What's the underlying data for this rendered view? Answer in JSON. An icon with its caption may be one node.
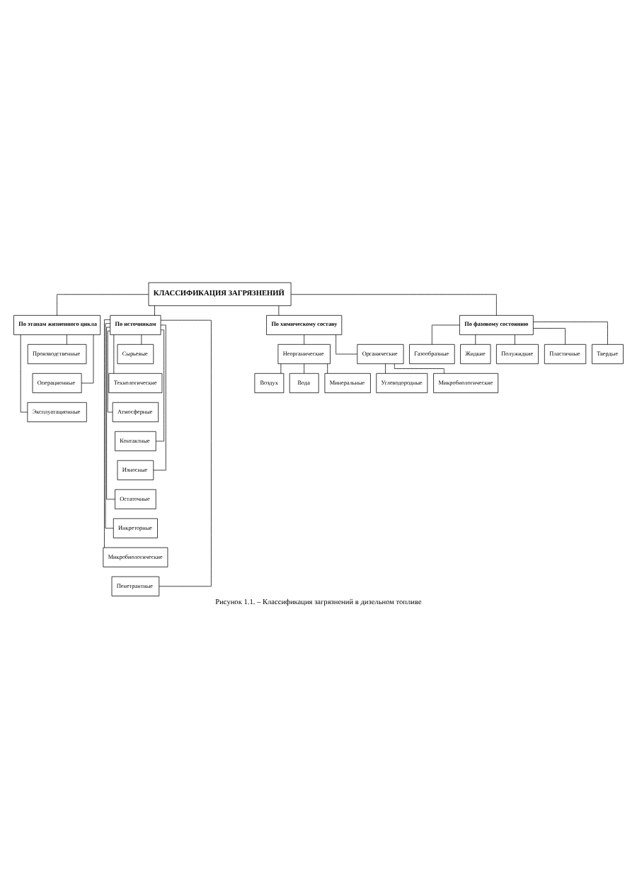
{
  "diagram": {
    "caption": "Рисунок 1.1. – Классификация загрязнений в дизельном топливе",
    "nodes": [
      {
        "text": [
          "КЛАССИФИКАЦИЯ ЗАГРЯЗНЕНИЙ"
        ]
      },
      {
        "text": [
          "По этапам жизненного цикла"
        ]
      },
      {
        "text": [
          "Производственные"
        ]
      },
      {
        "text": [
          "Операционные"
        ]
      },
      {
        "text": [
          "Эксплуатационные"
        ]
      },
      {
        "text": [
          "По источникам"
        ]
      },
      {
        "text": [
          "Сырьевые"
        ]
      },
      {
        "text": [
          "Технологические"
        ]
      },
      {
        "text": [
          "Атмосферные"
        ]
      },
      {
        "text": [
          "Контактные"
        ]
      },
      {
        "text": [
          "Износные"
        ]
      },
      {
        "text": [
          "Остаточные"
        ]
      },
      {
        "text": [
          "Инкреторные"
        ]
      },
      {
        "text": [
          "Микробиологические"
        ]
      },
      {
        "text": [
          "Пенетрантные"
        ]
      },
      {
        "text": [
          "По химическому составу"
        ]
      },
      {
        "text": [
          "Неорганические"
        ]
      },
      {
        "text": [
          "Органические"
        ]
      },
      {
        "text": [
          "Воздух"
        ]
      },
      {
        "text": [
          "Вода"
        ]
      },
      {
        "text": [
          "Минеральные"
        ]
      },
      {
        "text": [
          "Углеводородные"
        ]
      },
      {
        "text": [
          "Микробиологические"
        ]
      },
      {
        "text": [
          "По фазовому состоянию"
        ]
      },
      {
        "text": [
          "Газообразные"
        ]
      },
      {
        "text": [
          "Жидкие"
        ]
      },
      {
        "text": [
          "Полужидкие"
        ]
      },
      {
        "text": [
          "Пластичные"
        ]
      },
      {
        "text": [
          "Твердые"
        ]
      }
    ],
    "edges": [
      {
        "from": 0,
        "to": 1,
        "arrow": "none"
      },
      {
        "from": 0,
        "to": 5,
        "arrow": "none"
      },
      {
        "from": 0,
        "to": 15,
        "arrow": "none"
      },
      {
        "from": 0,
        "to": 23,
        "arrow": "none"
      },
      {
        "from": 1,
        "to": 2,
        "arrow": "none"
      },
      {
        "from": 1,
        "to": 3,
        "arrow": "none"
      },
      {
        "from": 1,
        "to": 4,
        "arrow": "none"
      },
      {
        "from": 5,
        "to": 6,
        "arrow": "none"
      },
      {
        "from": 5,
        "to": 7,
        "arrow": "none"
      },
      {
        "from": 5,
        "to": 8,
        "arrow": "none"
      },
      {
        "from": 5,
        "to": 9,
        "arrow": "none"
      },
      {
        "from": 5,
        "to": 10,
        "arrow": "none"
      },
      {
        "from": 5,
        "to": 11,
        "arrow": "none"
      },
      {
        "from": 5,
        "to": 12,
        "arrow": "none"
      },
      {
        "from": 5,
        "to": 13,
        "arrow": "none"
      },
      {
        "from": 5,
        "to": 14,
        "arrow": "none"
      },
      {
        "from": 15,
        "to": 16,
        "arrow": "none"
      },
      {
        "from": 15,
        "to": 17,
        "arrow": "none"
      },
      {
        "from": 16,
        "to": 18,
        "arrow": "none"
      },
      {
        "from": 16,
        "to": 19,
        "arrow": "none"
      },
      {
        "from": 16,
        "to": 20,
        "arrow": "none"
      },
      {
        "from": 17,
        "to": 21,
        "arrow": "none"
      },
      {
        "from": 17,
        "to": 22,
        "arrow": "none"
      },
      {
        "from": 23,
        "to": 24,
        "arrow": "none"
      },
      {
        "from": 23,
        "to": 25,
        "arrow": "none"
      },
      {
        "from": 23,
        "to": 26,
        "arrow": "none"
      },
      {
        "from": 23,
        "to": 27,
        "arrow": "none"
      },
      {
        "from": 23,
        "to": 28,
        "arrow": "none"
      }
    ]
  }
}
